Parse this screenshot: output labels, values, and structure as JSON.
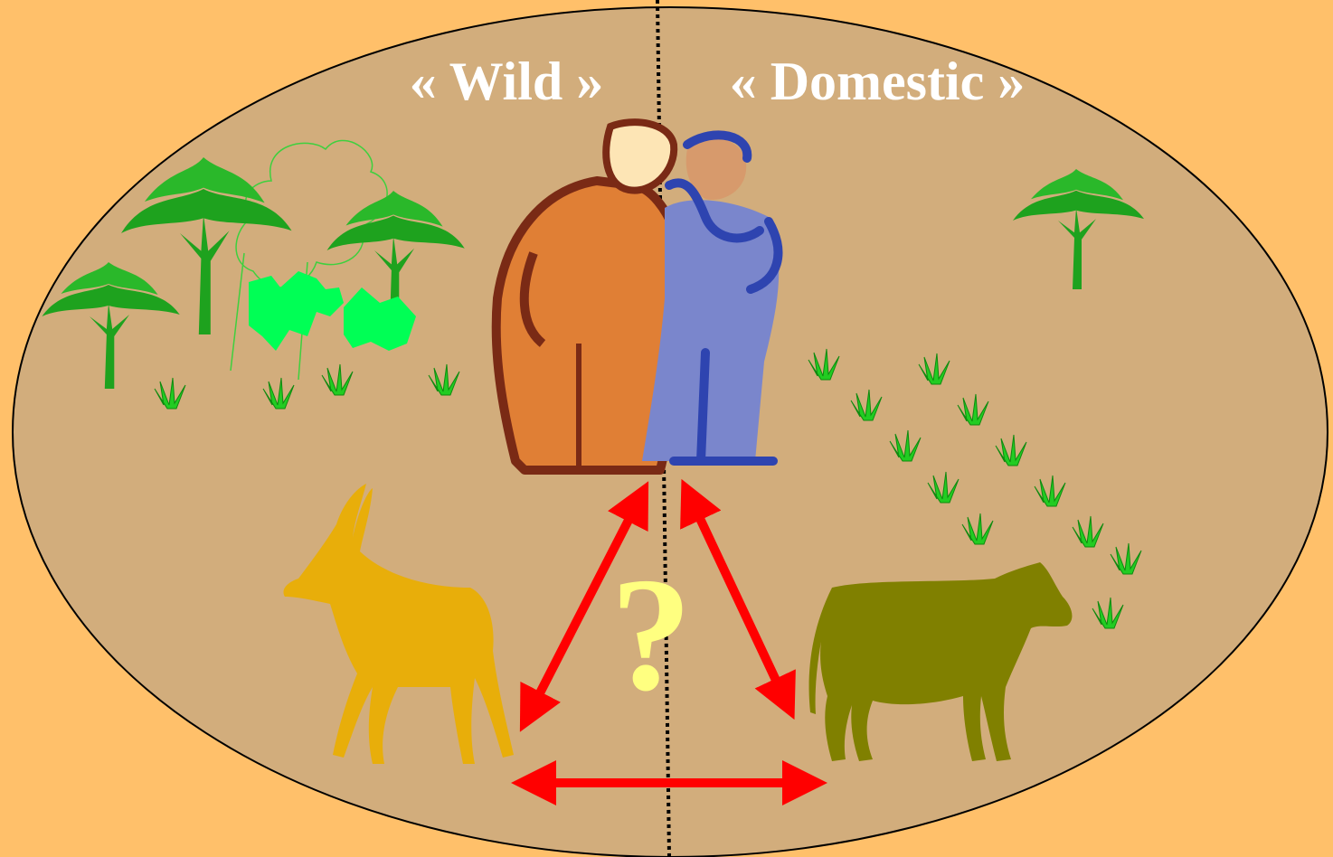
{
  "labels": {
    "wild": "« Wild »",
    "domestic": "« Domestic »",
    "question": "?"
  },
  "colors": {
    "background": "#FFC06A",
    "ellipse_fill": "#D2AD7C",
    "arrow": "#FF0000",
    "wild_animal": "#E8AE0A",
    "domestic_animal": "#808000",
    "tree": "#1EA21E",
    "grass": "#22CC22",
    "question": "#FFFF80",
    "person_left": "#E07F35",
    "person_right": "#7A86CC"
  },
  "elements": {
    "wild_side": [
      "trees",
      "grass",
      "antelope"
    ],
    "center": [
      "two-people"
    ],
    "domestic_side": [
      "tree",
      "grass-rows",
      "cow"
    ],
    "relations": [
      "people-antelope",
      "people-cow",
      "antelope-cow"
    ]
  }
}
